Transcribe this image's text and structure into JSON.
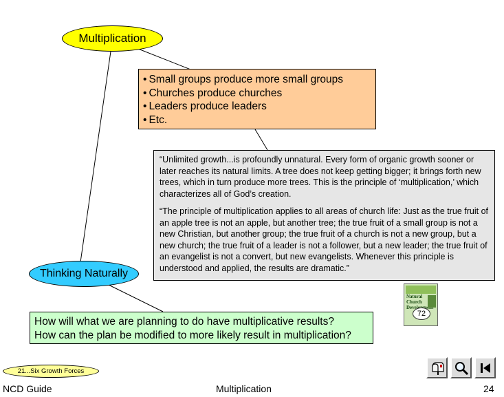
{
  "multiplication_ellipse": {
    "label": "Multiplication",
    "color": "#ffff00"
  },
  "bullet_box": {
    "items": [
      "Small groups produce more small groups",
      "Churches produce churches",
      "Leaders produce leaders",
      "Etc."
    ],
    "color": "#ffcc99"
  },
  "quote_box": {
    "paragraphs": [
      "“Unlimited growth...is profoundly unnatural.  Every form of organic growth sooner or later reaches its natural limits.  A tree does not keep getting bigger; it brings forth new trees, which in turn produce more trees.  This is the principle of ‘multiplication,’ which characterizes all of God’s creation.",
      "“The principle of multiplication applies to all areas of church life:  Just as the true fruit of an apple tree is not an apple, but another tree; the true fruit of a small group is not a new Christian, but another group; the true fruit of a church is not a new group, but a new church; the true fruit of a leader is not a follower, but a new leader; the true fruit of an evangelist is not a convert, but new evangelists.  Whenever this principle is understood and applied, the results are dramatic.”"
    ],
    "color": "#e6e6e6"
  },
  "book": {
    "title_lines": [
      "Natural",
      "Church",
      "Development"
    ],
    "page_number": "72"
  },
  "thinking_ellipse": {
    "label": "Thinking Naturally",
    "color": "#33ccff"
  },
  "question_box": {
    "lines": [
      "How will what we are planning to do have multiplicative results?",
      "How can the plan be modified to more likely result in multiplication?"
    ],
    "color": "#ccffcc"
  },
  "nav_badge": {
    "label": "21...Six Growth Forces",
    "color": "#ffff99"
  },
  "toolbar": {
    "buttons": [
      {
        "name": "mailbox-button",
        "icon": "mailbox-icon"
      },
      {
        "name": "search-button",
        "icon": "magnifier-icon"
      },
      {
        "name": "first-page-button",
        "icon": "skip-to-start-icon"
      }
    ]
  },
  "footer": {
    "left": "NCD Guide",
    "center": "Multiplication",
    "right": "24"
  }
}
